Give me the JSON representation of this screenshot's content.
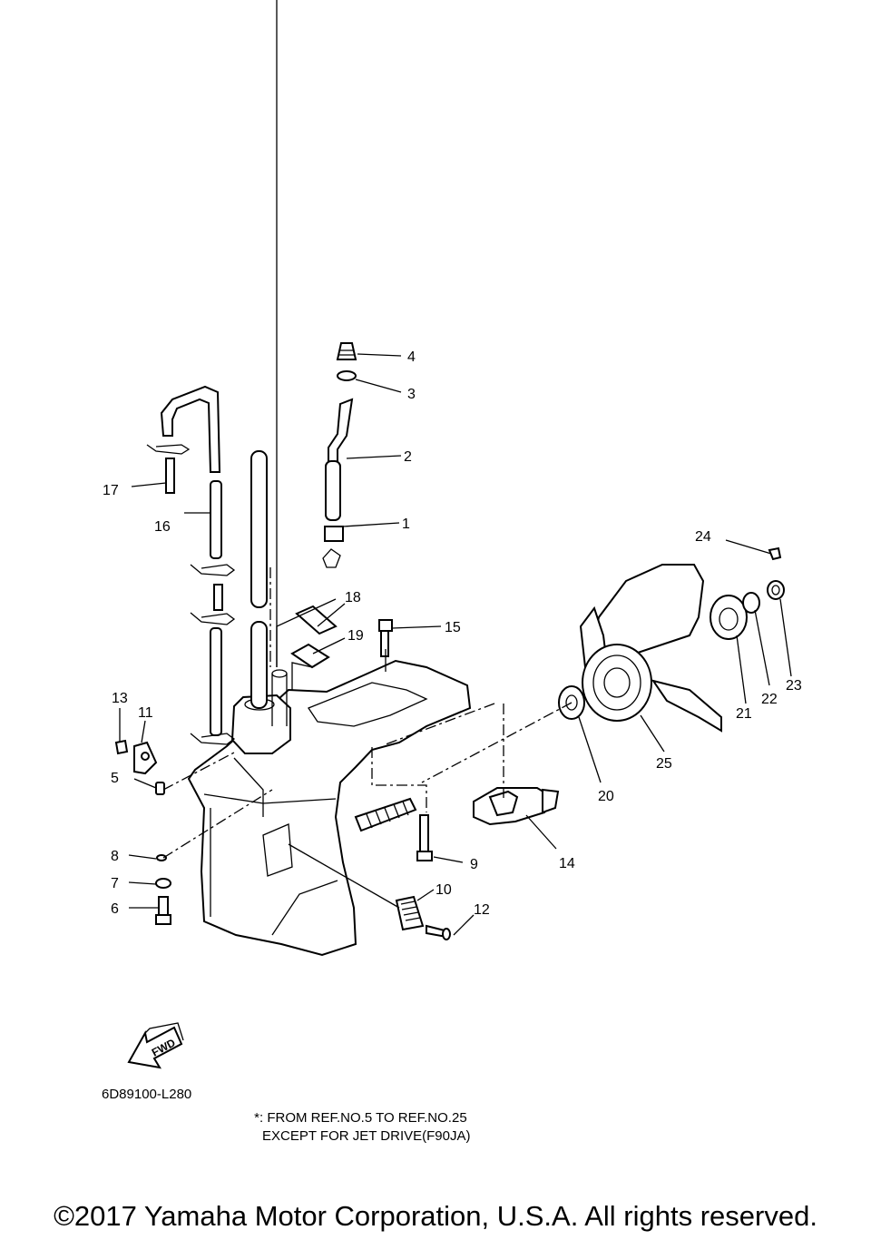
{
  "diagram": {
    "callouts": [
      "1",
      "2",
      "3",
      "4",
      "5",
      "6",
      "7",
      "8",
      "9",
      "10",
      "11",
      "12",
      "13",
      "14",
      "15",
      "16",
      "17",
      "18",
      "19",
      "20",
      "21",
      "22",
      "23",
      "24",
      "25"
    ],
    "fwd_arrow_text": "FWD",
    "diagram_code": "6D89100-L280",
    "note": {
      "marker": "*",
      "line1": ": FROM REF.NO.5 TO REF.NO.25",
      "line2": "EXCEPT FOR JET DRIVE(F90JA)"
    },
    "copyright": "©2017 Yamaha Motor Corporation, U.S.A. All rights reserved."
  }
}
